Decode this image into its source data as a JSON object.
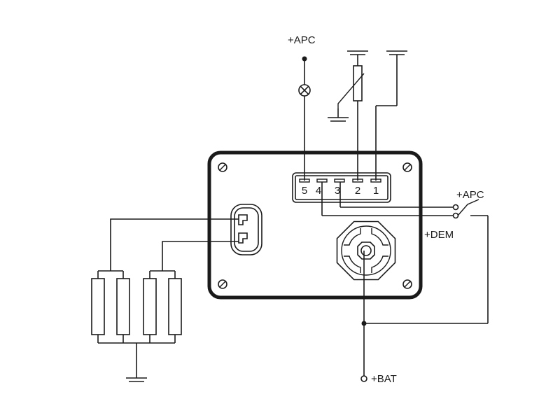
{
  "labels": {
    "apc_top": "+APC",
    "apc_right": "+APC",
    "dem": "+DEM",
    "bat": "+BAT"
  },
  "connector": {
    "pins": [
      "5",
      "4",
      "3",
      "2",
      "1"
    ]
  },
  "colors": {
    "line": "#1a1a1a",
    "background": "#ffffff"
  }
}
